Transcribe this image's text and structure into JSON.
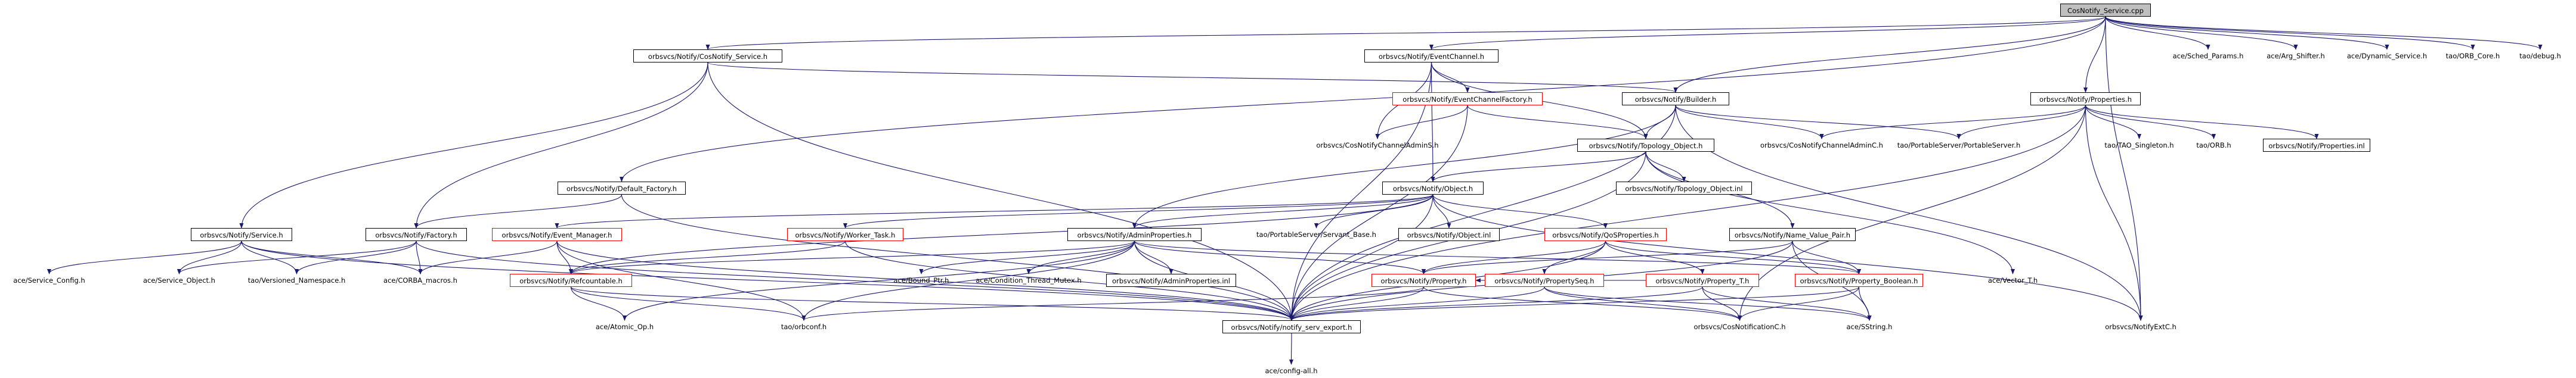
{
  "graph": {
    "nodes": {
      "root": "CosNotify_Service.cpp",
      "cosnotify_service_h": "orbsvcs/Notify/CosNotify_Service.h",
      "sched_params": "ace/Sched_Params.h",
      "arg_shifter": "ace/Arg_Shifter.h",
      "dynamic_service": "ace/Dynamic_Service.h",
      "orb_core": "tao/ORB_Core.h",
      "debug": "tao/debug.h",
      "eventchannel_h": "orbsvcs/Notify/EventChannel.h",
      "builder_h": "orbsvcs/Notify/Builder.h",
      "properties_h": "orbsvcs/Notify/Properties.h",
      "eventchannelfactory_h": "orbsvcs/Notify/EventChannelFactory.h",
      "default_factory": "orbsvcs/Notify/Default_Factory.h",
      "cosnotifychanneladmin_s": "orbsvcs/CosNotifyChannelAdminS.h",
      "topology_object_h": "orbsvcs/Notify/Topology_Object.h",
      "cosnotifychanneladmin_c": "orbsvcs/CosNotifyChannelAdminC.h",
      "portableserver": "tao/PortableServer/PortableServer.h",
      "tao_singleton": "tao/TAO_Singleton.h",
      "tao_orb": "tao/ORB.h",
      "properties_inl": "orbsvcs/Notify/Properties.inl",
      "topology_object_inl": "orbsvcs/Notify/Topology_Object.inl",
      "object_h": "orbsvcs/Notify/Object.h",
      "service_h": "orbsvcs/Notify/Service.h",
      "factory_h": "orbsvcs/Notify/Factory.h",
      "event_manager": "orbsvcs/Notify/Event_Manager.h",
      "worker_task": "orbsvcs/Notify/Worker_Task.h",
      "adminproperties_h": "orbsvcs/Notify/AdminProperties.h",
      "servant_base": "tao/PortableServer/Servant_Base.h",
      "object_inl": "orbsvcs/Notify/Object.inl",
      "qosproperties": "orbsvcs/Notify/QoSProperties.h",
      "name_value_pair": "orbsvcs/Notify/Name_Value_Pair.h",
      "service_config": "ace/Service_Config.h",
      "service_object": "ace/Service_Object.h",
      "versioned_namespace": "tao/Versioned_Namespace.h",
      "corba_macros": "ace/CORBA_macros.h",
      "refcountable": "orbsvcs/Notify/Refcountable.h",
      "bound_ptr": "ace/Bound_Ptr.h",
      "condition_thread_mutex": "ace/Condition_Thread_Mutex.h",
      "adminproperties_inl": "orbsvcs/Notify/AdminProperties.inl",
      "property_h": "orbsvcs/Notify/Property.h",
      "propertyseq": "orbsvcs/Notify/PropertySeq.h",
      "property_t": "orbsvcs/Notify/Property_T.h",
      "property_boolean": "orbsvcs/Notify/Property_Boolean.h",
      "vector_t": "ace/Vector_T.h",
      "atomic_op": "ace/Atomic_Op.h",
      "orbconf": "tao/orbconf.h",
      "notify_serv_export": "orbsvcs/Notify/notify_serv_export.h",
      "cosnotificationc": "orbsvcs/CosNotificationC.h",
      "sstring": "ace/SString.h",
      "notifyextc": "orbsvcs/NotifyExtC.h",
      "config_all": "ace/config-all.h"
    }
  }
}
